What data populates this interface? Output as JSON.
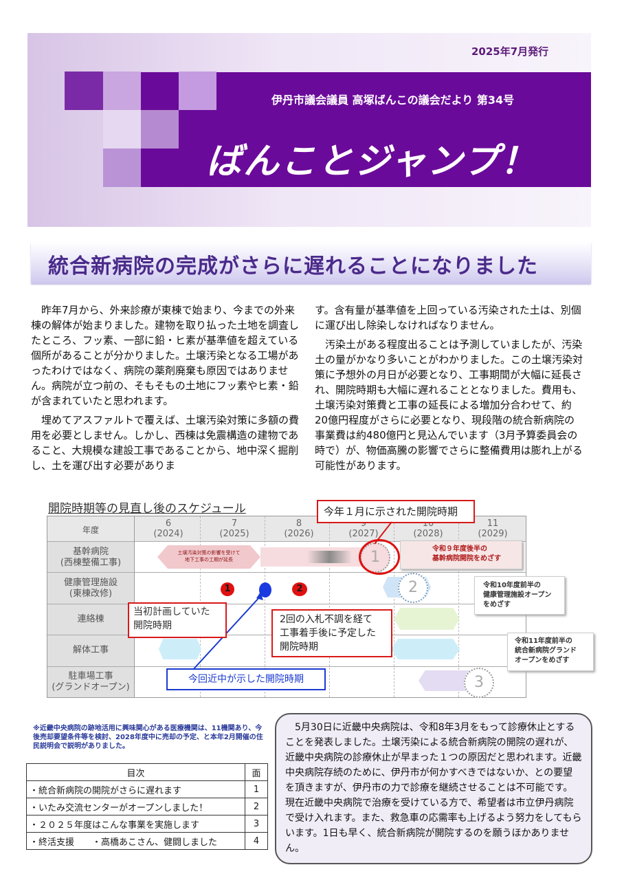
{
  "header": {
    "issue_date": "2025年7月発行",
    "subtitle": "伊丹市議会議員 高塚ばんこの議会だより 第34号",
    "title": "ばんことジャンプ！"
  },
  "headline": "統合新病院の完成がさらに遅れることになりました",
  "body_left": [
    "昨年7月から、外来診療が東棟で始まり、今までの外来棟の解体が始まりました。建物を取り払った土地を調査したところ、フッ素、一部に鉛・ヒ素が基準値を超えている個所があることが分かりました。土壌汚染となる工場があったわけではなく、病院の薬剤廃棄も原因ではありません。病院が立つ前の、そもそもの土地にフッ素やヒ素・鉛が含まれていたと思われます。",
    "埋めてアスファルトで覆えば、土壌汚染対策に多額の費用を必要としません。しかし、西棟は免震構造の建物であること、大規模な建設工事であることから、地中深く掘削し、土を運び出す必要がありま"
  ],
  "body_right": [
    "す。含有量が基準値を上回っている汚染された土は、別個に運び出し除染しなければなりません。",
    "汚染土がある程度出ることは予測していましたが、汚染土の量がかなり多いことがわかりました。この土壌汚染対策に予想外の月日が必要となり、工事期間が大幅に延長され、開院時期も大幅に遅れることとなりました。費用も、土壌汚染対策費と工事の延長による増加分合わせて、約20億円程度がさらに必要となり、現段階の統合新病院の事業費は約480億円と見込んでいます（3月予算委員会の時で）が、物価高騰の影響でさらに整備費用は膨れ上がる可能性があります。"
  ],
  "schedule": {
    "title": "開院時期等の見直し後のスケジュール",
    "header_label": "年度",
    "years": [
      {
        "n": "6",
        "y": "(2024)"
      },
      {
        "n": "7",
        "y": "(2025)"
      },
      {
        "n": "8",
        "y": "(2026)"
      },
      {
        "n": "9",
        "y": "(2027)"
      },
      {
        "n": "10",
        "y": "(2028)"
      },
      {
        "n": "11",
        "y": "(2029)"
      }
    ],
    "rows": [
      {
        "l1": "基幹病院",
        "l2": "(西棟整備工事)"
      },
      {
        "l1": "健康管理施設",
        "l2": "(東棟改修)"
      },
      {
        "l1": "連絡棟",
        "l2": ""
      },
      {
        "l1": "解体工事",
        "l2": ""
      },
      {
        "l1": "駐車場工事",
        "l2": "(グランドオープン)"
      }
    ],
    "bar_text_1": "土壌汚染対策の影響を受けて",
    "bar_text_2": "地下工事の工期が延長",
    "callout_jan": "今年１月に示された開院時期",
    "callout_initial_1": "当初計画していた",
    "callout_initial_2": "開院時期",
    "callout_bid_1": "2回の入札不調を経て",
    "callout_bid_2": "工事着手後に予定した",
    "callout_bid_3": "開院時期",
    "callout_current": "今回近中が示した開院時期",
    "marker_1": "1",
    "marker_2": "2",
    "note_1_l1": "令和９年度後半の",
    "note_1_l2": "基幹病院開院をめざす",
    "note_2_l1": "令和10年度前半の",
    "note_2_l2": "健康管理施設オープン",
    "note_2_l3": "をめざす",
    "note_3_l1": "令和11年度前半の",
    "note_3_l2": "統合新病院グランド",
    "note_3_l3": "オープンをめざす",
    "circle_1": "1",
    "circle_2": "2",
    "circle_3": "3"
  },
  "note_red": "※近畿中央病院の跡地活用に興味関心がある医療機関は、11機関あり、今後売却要望条件等を検討、2028年度中に売却の予定、と本年2月開催の住民説明会で説明がありました。",
  "toc": {
    "head_title": "目次",
    "head_page": "面",
    "items": [
      {
        "t": "・統合新病院の開院がさらに遅れます",
        "p": "1"
      },
      {
        "t": "・いたみ交流センターがオープンしました！",
        "p": "2"
      },
      {
        "t": "・２０２５年度はこんな事業を実施します",
        "p": "3"
      },
      {
        "t": "・終活支援　　・高橋あこさん、健闘しました",
        "p": "4"
      }
    ]
  },
  "message": "5月30日に近畿中央病院は、令和8年3月をもって診療休止とすることを発表しました。土壌汚染による統合新病院の開院の遅れが、近畿中央病院の診療休止が早まった１つの原因だと思われます。近畿中央病院存続のために、伊丹市が何かすべきではないか、との要望を頂きますが、伊丹市の力で診療を継続させることは不可能です。現在近畿中央病院で治療を受けている方で、希望者は市立伊丹病院で受け入れます。また、救急車の応需率も上げるよう努力をしてもらいます。1日も早く、統合新病院が開院するのを願うほかありません。"
}
